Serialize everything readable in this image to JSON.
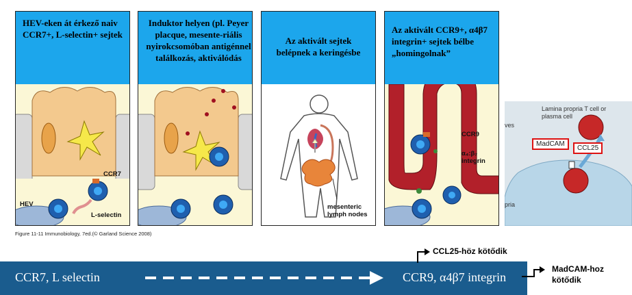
{
  "panels": [
    {
      "caption": "HEV-eken át érkező naiv CCR7+, L-selectin+ sejtek"
    },
    {
      "caption": "Induktor helyen (pl. Peyer placque, mesente-riális nyirokcsomóban antigénnel találkozás, aktiválódás"
    },
    {
      "caption": "Az aktivált sejtek belépnek a keringésbe"
    },
    {
      "caption": "Az aktivált CCR9+, α4β7 integrin+ sejtek bélbe „homingolnak”"
    }
  ],
  "labels": {
    "ccr7": "CCR7",
    "hev": "HEV",
    "l_selectin": "L-selectin",
    "mesenteric": "mesenteric lymph nodes",
    "ccr9": "CCR9",
    "a4b7": "α₄:β₇ integrin"
  },
  "credit": "Figure 11-11  Immunobiology, 7ed.(© Garland Science 2008)",
  "photo": {
    "lamina": "Lamina propria T cell or plasma cell",
    "madcam": "MadCAM",
    "ccl25": "CCL25",
    "ves": "ves",
    "pria": "pria"
  },
  "bottom": {
    "left": "CCR7, L selectin",
    "right": "CCR9, α4β7 integrin",
    "ccl25_note": "CCL25-höz kötődik",
    "madcam_note_1": "MadCAM-hoz",
    "madcam_note_2": "kötődik"
  },
  "colors": {
    "caption_bg": "#1ca6ec",
    "bar_bg": "#1a5c8e",
    "cell_blue": "#1f5fae",
    "gut_red": "#b2202a"
  }
}
